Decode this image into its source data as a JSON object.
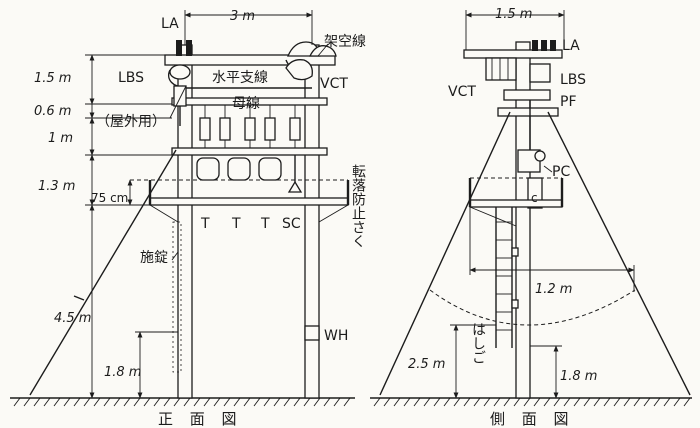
{
  "front": {
    "title": "正 面 図",
    "dims": {
      "width": "3 m",
      "d1": "1.5 m",
      "d2": "0.6 m",
      "d3": "1 m",
      "d4": "1.3 m",
      "d5": "75 cm",
      "d6": "4.5 m",
      "d7": "1.8 m"
    },
    "labels": {
      "la": "LA",
      "lbs": "LBS",
      "overhead": "架空線",
      "brace": "水平支線",
      "vct": "VCT",
      "busbar": "母線",
      "outdoor": "（屋外用）",
      "t1": "T",
      "t2": "T",
      "t3": "T",
      "sc": "SC",
      "lock": "施錠",
      "wh": "WH",
      "fall": "転落防止さく"
    }
  },
  "side": {
    "title": "側 面 図",
    "dims": {
      "width": "1.5 m",
      "radius": "1.2 m",
      "ladder_h": "2.5 m",
      "wh_h": "1.8 m"
    },
    "labels": {
      "la": "LA",
      "vct": "VCT",
      "lbs": "LBS",
      "pf": "PF",
      "pc": "PC",
      "c": "c",
      "ladder": "はしご"
    }
  }
}
